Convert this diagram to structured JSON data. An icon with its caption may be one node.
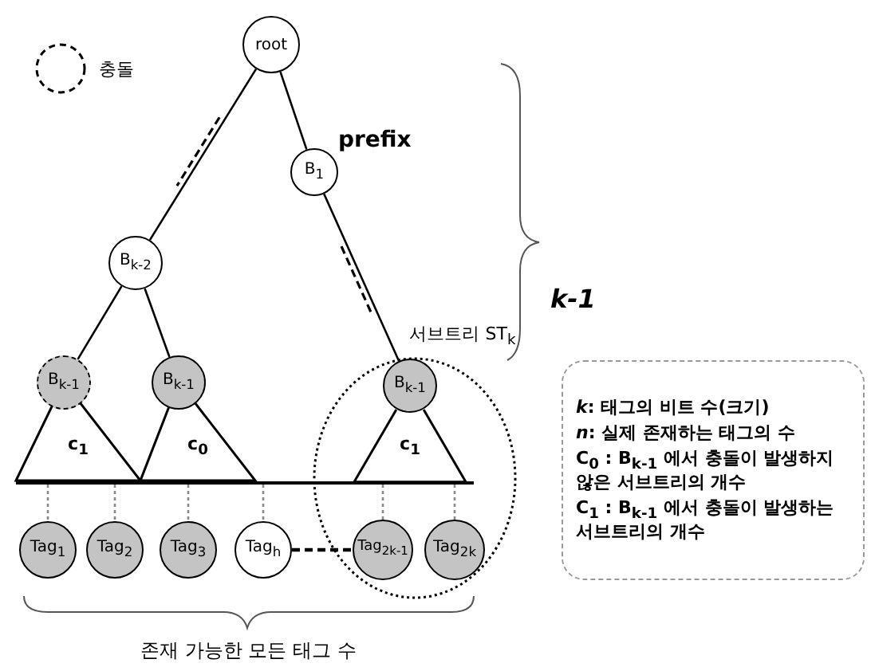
{
  "diagram": {
    "nodes": [
      {
        "text": [
          "root"
        ]
      },
      {
        "text": [
          "B$_{1}$"
        ]
      },
      {
        "text": [
          "B$_{k-2}$"
        ]
      },
      {
        "text": [
          "B$_{k-1}$"
        ]
      },
      {
        "text": [
          "B$_{k-1}$"
        ]
      },
      {
        "text": [
          "B$_{k-1}$"
        ],
        "in": 15
      },
      {
        "text": [
          "c$_{1}$"
        ]
      },
      {
        "text": [
          "c$_{0}$"
        ]
      },
      {
        "text": [
          "c$_{1}$"
        ],
        "in": 15
      },
      {
        "text": [
          "Tag$_{1}$"
        ]
      },
      {
        "text": [
          "Tag$_{2}$"
        ]
      },
      {
        "text": [
          "Tag$_{3}$"
        ]
      },
      {
        "text": [
          "Tag$_{h}$"
        ]
      },
      {
        "text": [
          "Tag$_{2k-1}$"
        ],
        "in": 15
      },
      {
        "text": [
          "Tag$_{2k}$"
        ],
        "in": 15
      },
      {
        "text": [
          "서브트리 ST$_{k}$"
        ]
      },
      {
        "text": [
          "*k*: 태그의 비트 수(크기)",
          "*n*: 실제 존재하는 태그의 수",
          "C$_{0}$ : B$_{k-1}$ 에서 충돌이 발생하지 않은 서브트리의 개수",
          "C$_{1}$ : B$_{k-1}$ 에서 충돌이 발생하는 서브트리의 개수"
        ]
      },
      {
        "text": [],
        "shape": "bar"
      }
    ],
    "edges": [
      {
        "from": 0,
        "to": 1,
        "arrow": "none"
      },
      {
        "from": 0,
        "to": 2,
        "arrow": "none"
      },
      {
        "from": 1,
        "to": 5,
        "arrow": "none"
      },
      {
        "from": 2,
        "to": 3,
        "arrow": "none"
      },
      {
        "from": 2,
        "to": 4,
        "arrow": "none"
      },
      {
        "from": 17,
        "to": 9,
        "arrow": "none",
        "style": "dashed",
        "color": "#888888"
      },
      {
        "from": 17,
        "to": 10,
        "arrow": "none",
        "style": "dashed",
        "color": "#888888"
      },
      {
        "from": 17,
        "to": 11,
        "arrow": "none",
        "style": "dashed",
        "color": "#888888"
      },
      {
        "from": 17,
        "to": 12,
        "arrow": "none",
        "style": "dashed",
        "color": "#888888"
      },
      {
        "from": 12,
        "to": 13,
        "arrow": "none",
        "style": "dashed"
      },
      {
        "from": 17,
        "to": 13,
        "arrow": "none",
        "style": "dashed",
        "color": "#888888"
      },
      {
        "from": 17,
        "to": 14,
        "arrow": "none",
        "style": "dashed",
        "color": "#888888"
      }
    ],
    "labels": [
      "prefix",
      "k-1",
      "존재 가능한 모든 태그 수"
    ],
    "legend": [
      {
        "text": "충돌"
      }
    ]
  }
}
